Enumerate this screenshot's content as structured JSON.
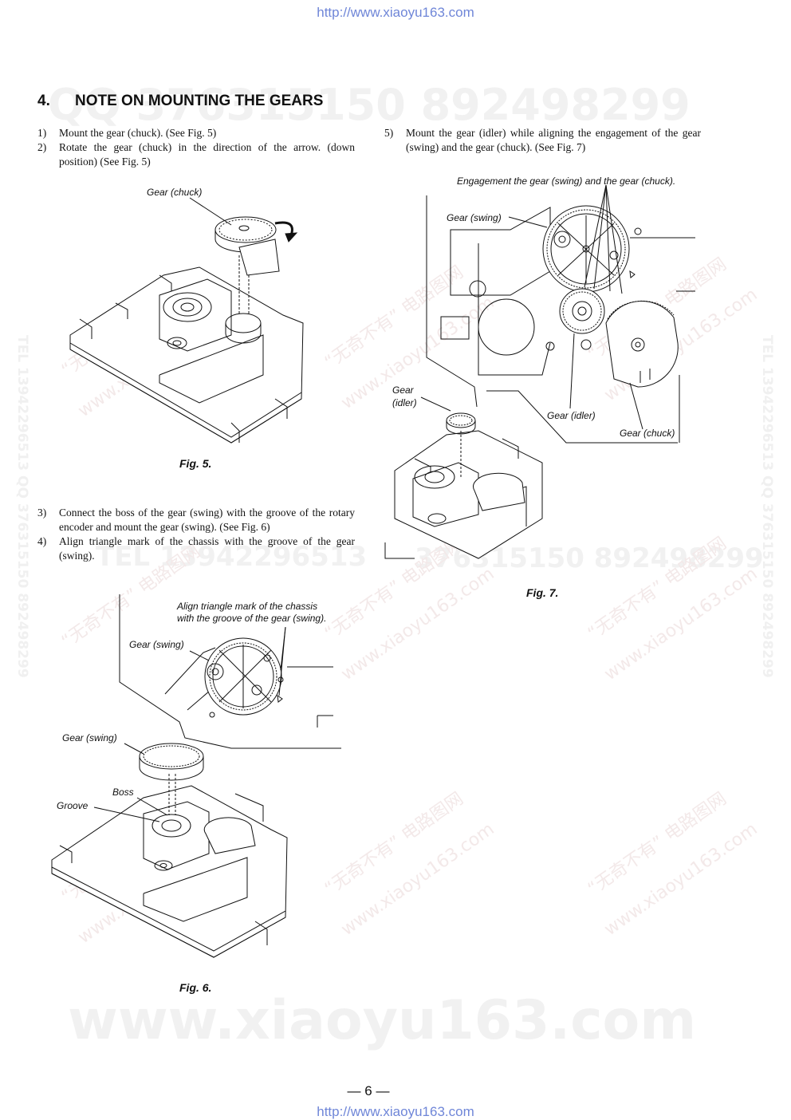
{
  "header": {
    "url_top": "http://www.xiaoyu163.com"
  },
  "footer": {
    "url_bottom": "http://www.xiaoyu163.com",
    "page_number": "— 6 —"
  },
  "watermarks": {
    "qq_line": "QQ 376315150    892498299",
    "tel_line": "TEL 13942296513",
    "mid_line": "376315150    892498299",
    "site_big": "www.xiaoyu163.com",
    "side_left": "TEL 13942296513   QQ 376315150   892498299",
    "side_right": "TEL 13942296513   QQ 376315150   892498299",
    "diag_cn": "“无奇不有” 电路图网",
    "diag_site": "www.xiaoyu163.com"
  },
  "section": {
    "number": "4.",
    "title": "NOTE ON MOUNTING THE GEARS"
  },
  "steps": [
    {
      "num": "1)",
      "text": "Mount the gear (chuck). (See Fig. 5)"
    },
    {
      "num": "2)",
      "text": "Rotate the gear (chuck) in the direction of the arrow. (down position) (See Fig. 5)"
    },
    {
      "num": "3)",
      "text": "Connect the boss of the gear (swing) with the groove of the rotary encoder and mount the gear (swing). (See Fig. 6)"
    },
    {
      "num": "4)",
      "text": "Align triangle mark of the chassis with the groove of the gear (swing)."
    },
    {
      "num": "5)",
      "text": "Mount the gear (idler) while aligning the engagement of the gear (swing) and the gear (chuck). (See Fig. 7)"
    }
  ],
  "fig5": {
    "caption": "Fig. 5.",
    "label_gear_chuck": "Gear (chuck)"
  },
  "fig6": {
    "caption": "Fig. 6.",
    "label_align_1": "Align triangle mark of the chassis",
    "label_align_2": "with the groove of the gear (swing).",
    "label_gear_swing_top": "Gear (swing)",
    "label_gear_swing": "Gear (swing)",
    "label_boss": "Boss",
    "label_groove": "Groove"
  },
  "fig7": {
    "caption": "Fig. 7.",
    "label_engagement": "Engagement the gear (swing) and the gear (chuck).",
    "label_gear_swing": "Gear (swing)",
    "label_gear_1": "Gear",
    "label_gear_2": "(idler)",
    "label_gear_idler": "Gear (idler)",
    "label_gear_chuck": "Gear (chuck)"
  }
}
